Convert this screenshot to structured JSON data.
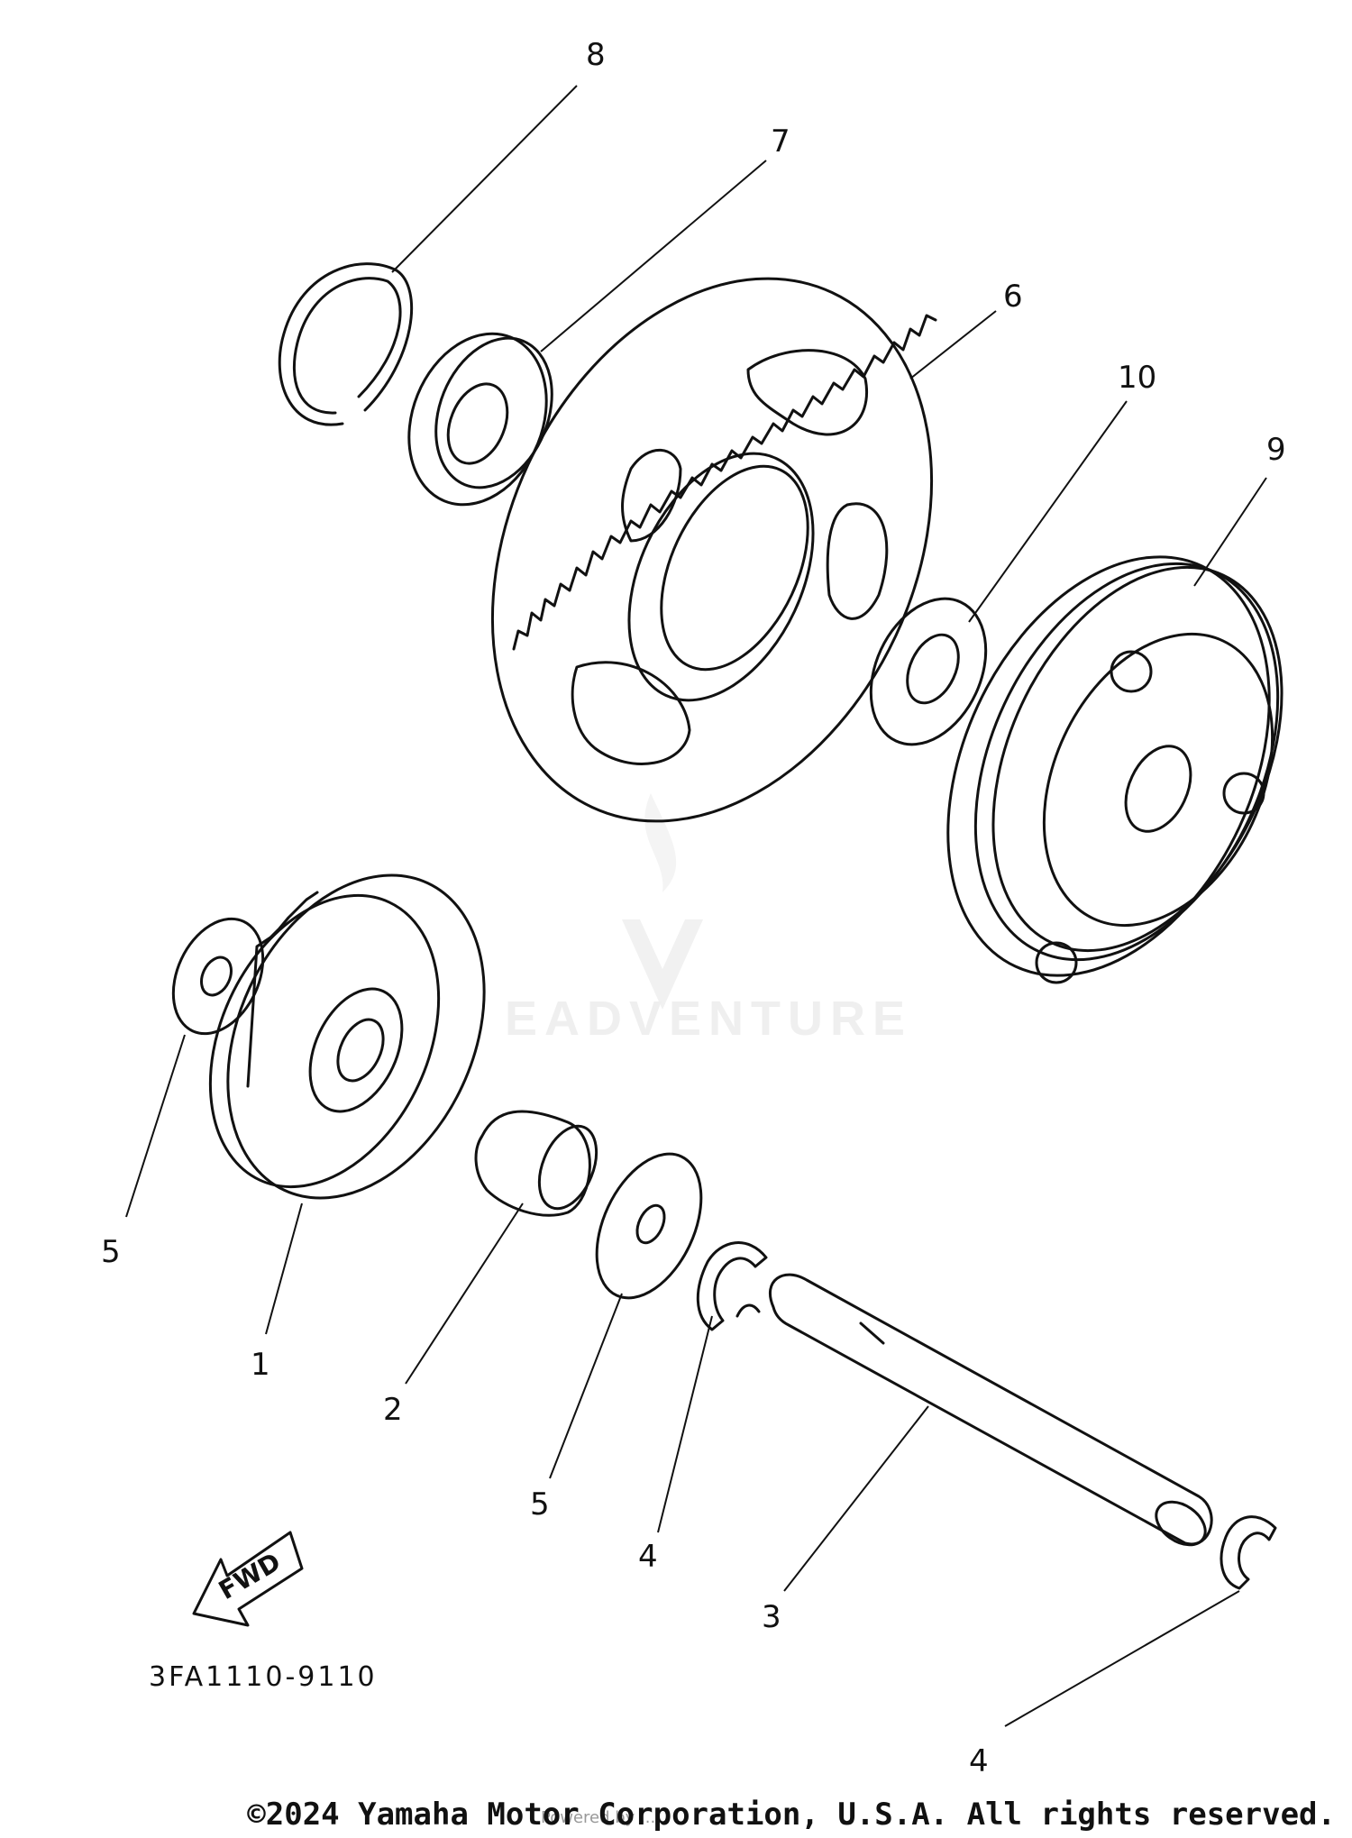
{
  "diagram": {
    "part_labels": {
      "l8": "8",
      "l7": "7",
      "l6": "6",
      "l10": "10",
      "l9": "9",
      "l5a": "5",
      "l1": "1",
      "l2": "2",
      "l5b": "5",
      "l4a": "4",
      "l3": "3",
      "l4b": "4"
    },
    "fwd_label": "FWD",
    "diagram_code": "3FA1110-9110",
    "watermark_text": "EADVENTURE",
    "copyright": "©2024 Yamaha Motor Corporation, U.S.A. All rights reserved.",
    "powered_by": "Powered by ..."
  }
}
